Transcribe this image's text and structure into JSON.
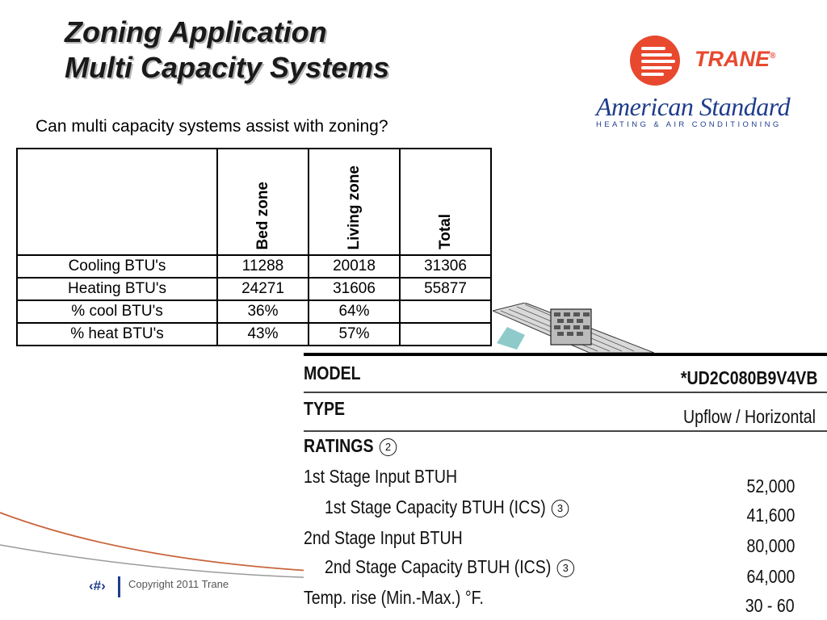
{
  "slide": {
    "title_line1": "Zoning Application",
    "title_line2": "Multi Capacity Systems",
    "subtitle": "Can multi capacity systems assist with zoning?"
  },
  "logos": {
    "trane": "TRANE",
    "trane_mark": "®",
    "american_standard": "American Standard",
    "american_standard_sub": "HEATING & AIR CONDITIONING"
  },
  "zone_table": {
    "headers": [
      "",
      "Bed zone",
      "Living zone",
      "Total"
    ],
    "rows": [
      [
        "Cooling BTU's",
        "11288",
        "20018",
        "31306"
      ],
      [
        "Heating BTU's",
        "24271",
        "31606",
        "55877"
      ],
      [
        "% cool BTU's",
        "36%",
        "64%",
        ""
      ],
      [
        "% heat BTU's",
        "43%",
        "57%",
        ""
      ]
    ]
  },
  "spec_sheet": {
    "model_label": "MODEL",
    "model_value": "*UD2C080B9V4VB",
    "type_label": "TYPE",
    "type_value": "Upflow / Horizontal",
    "ratings_label": "RATINGS",
    "ratings_note": "2",
    "rows": [
      {
        "label": "1st Stage Input BTUH",
        "note": "",
        "value": "52,000"
      },
      {
        "label": "1st Stage Capacity BTUH (ICS)",
        "note": "3",
        "value": "41,600"
      },
      {
        "label": "2nd Stage Input BTUH",
        "note": "",
        "value": "80,000"
      },
      {
        "label": "2nd Stage Capacity BTUH (ICS)",
        "note": "3",
        "value": "64,000"
      },
      {
        "label": "Temp. rise (Min.-Max.) °F.",
        "note": "",
        "value": "30 - 60"
      }
    ]
  },
  "footer": {
    "slide_number": "‹#›",
    "copyright": "Copyright 2011 Trane"
  },
  "colors": {
    "trane_red": "#e8482e",
    "amstd_blue": "#1f3d8c"
  }
}
